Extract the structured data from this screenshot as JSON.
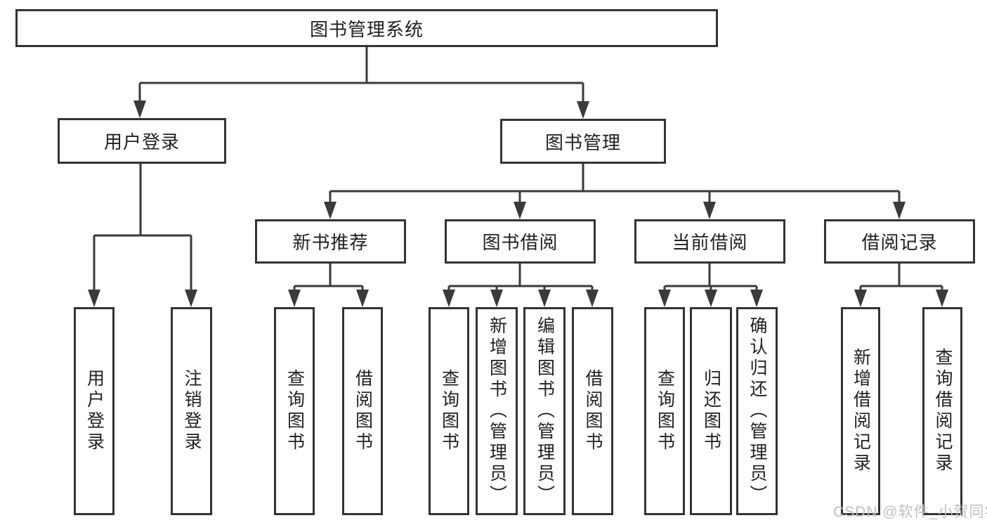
{
  "diagram": {
    "root": "图书管理系统",
    "user": {
      "label": "用户登录",
      "children": [
        "用户登录",
        "注销登录"
      ]
    },
    "mgmt": {
      "label": "图书管理",
      "sections": [
        {
          "label": "新书推荐",
          "children": [
            "查询图书",
            "借阅图书"
          ]
        },
        {
          "label": "图书借阅",
          "children": [
            "查询图书",
            "新增图书（管理员）",
            "编辑图书（管理员）",
            "借阅图书"
          ]
        },
        {
          "label": "当前借阅",
          "children": [
            "查询图书",
            "归还图书",
            "确认归还（管理员）"
          ]
        },
        {
          "label": "借阅记录",
          "children": [
            "新增借阅记录",
            "查询借阅记录"
          ]
        }
      ]
    },
    "colors": {
      "border": "#333333",
      "line": "#3a3a3a",
      "text": "#1f1f1f",
      "background": "#ffffff",
      "watermark": "#bcbcbc"
    }
  },
  "watermark": {
    "text": "CSDN @软件_小贺同学"
  }
}
